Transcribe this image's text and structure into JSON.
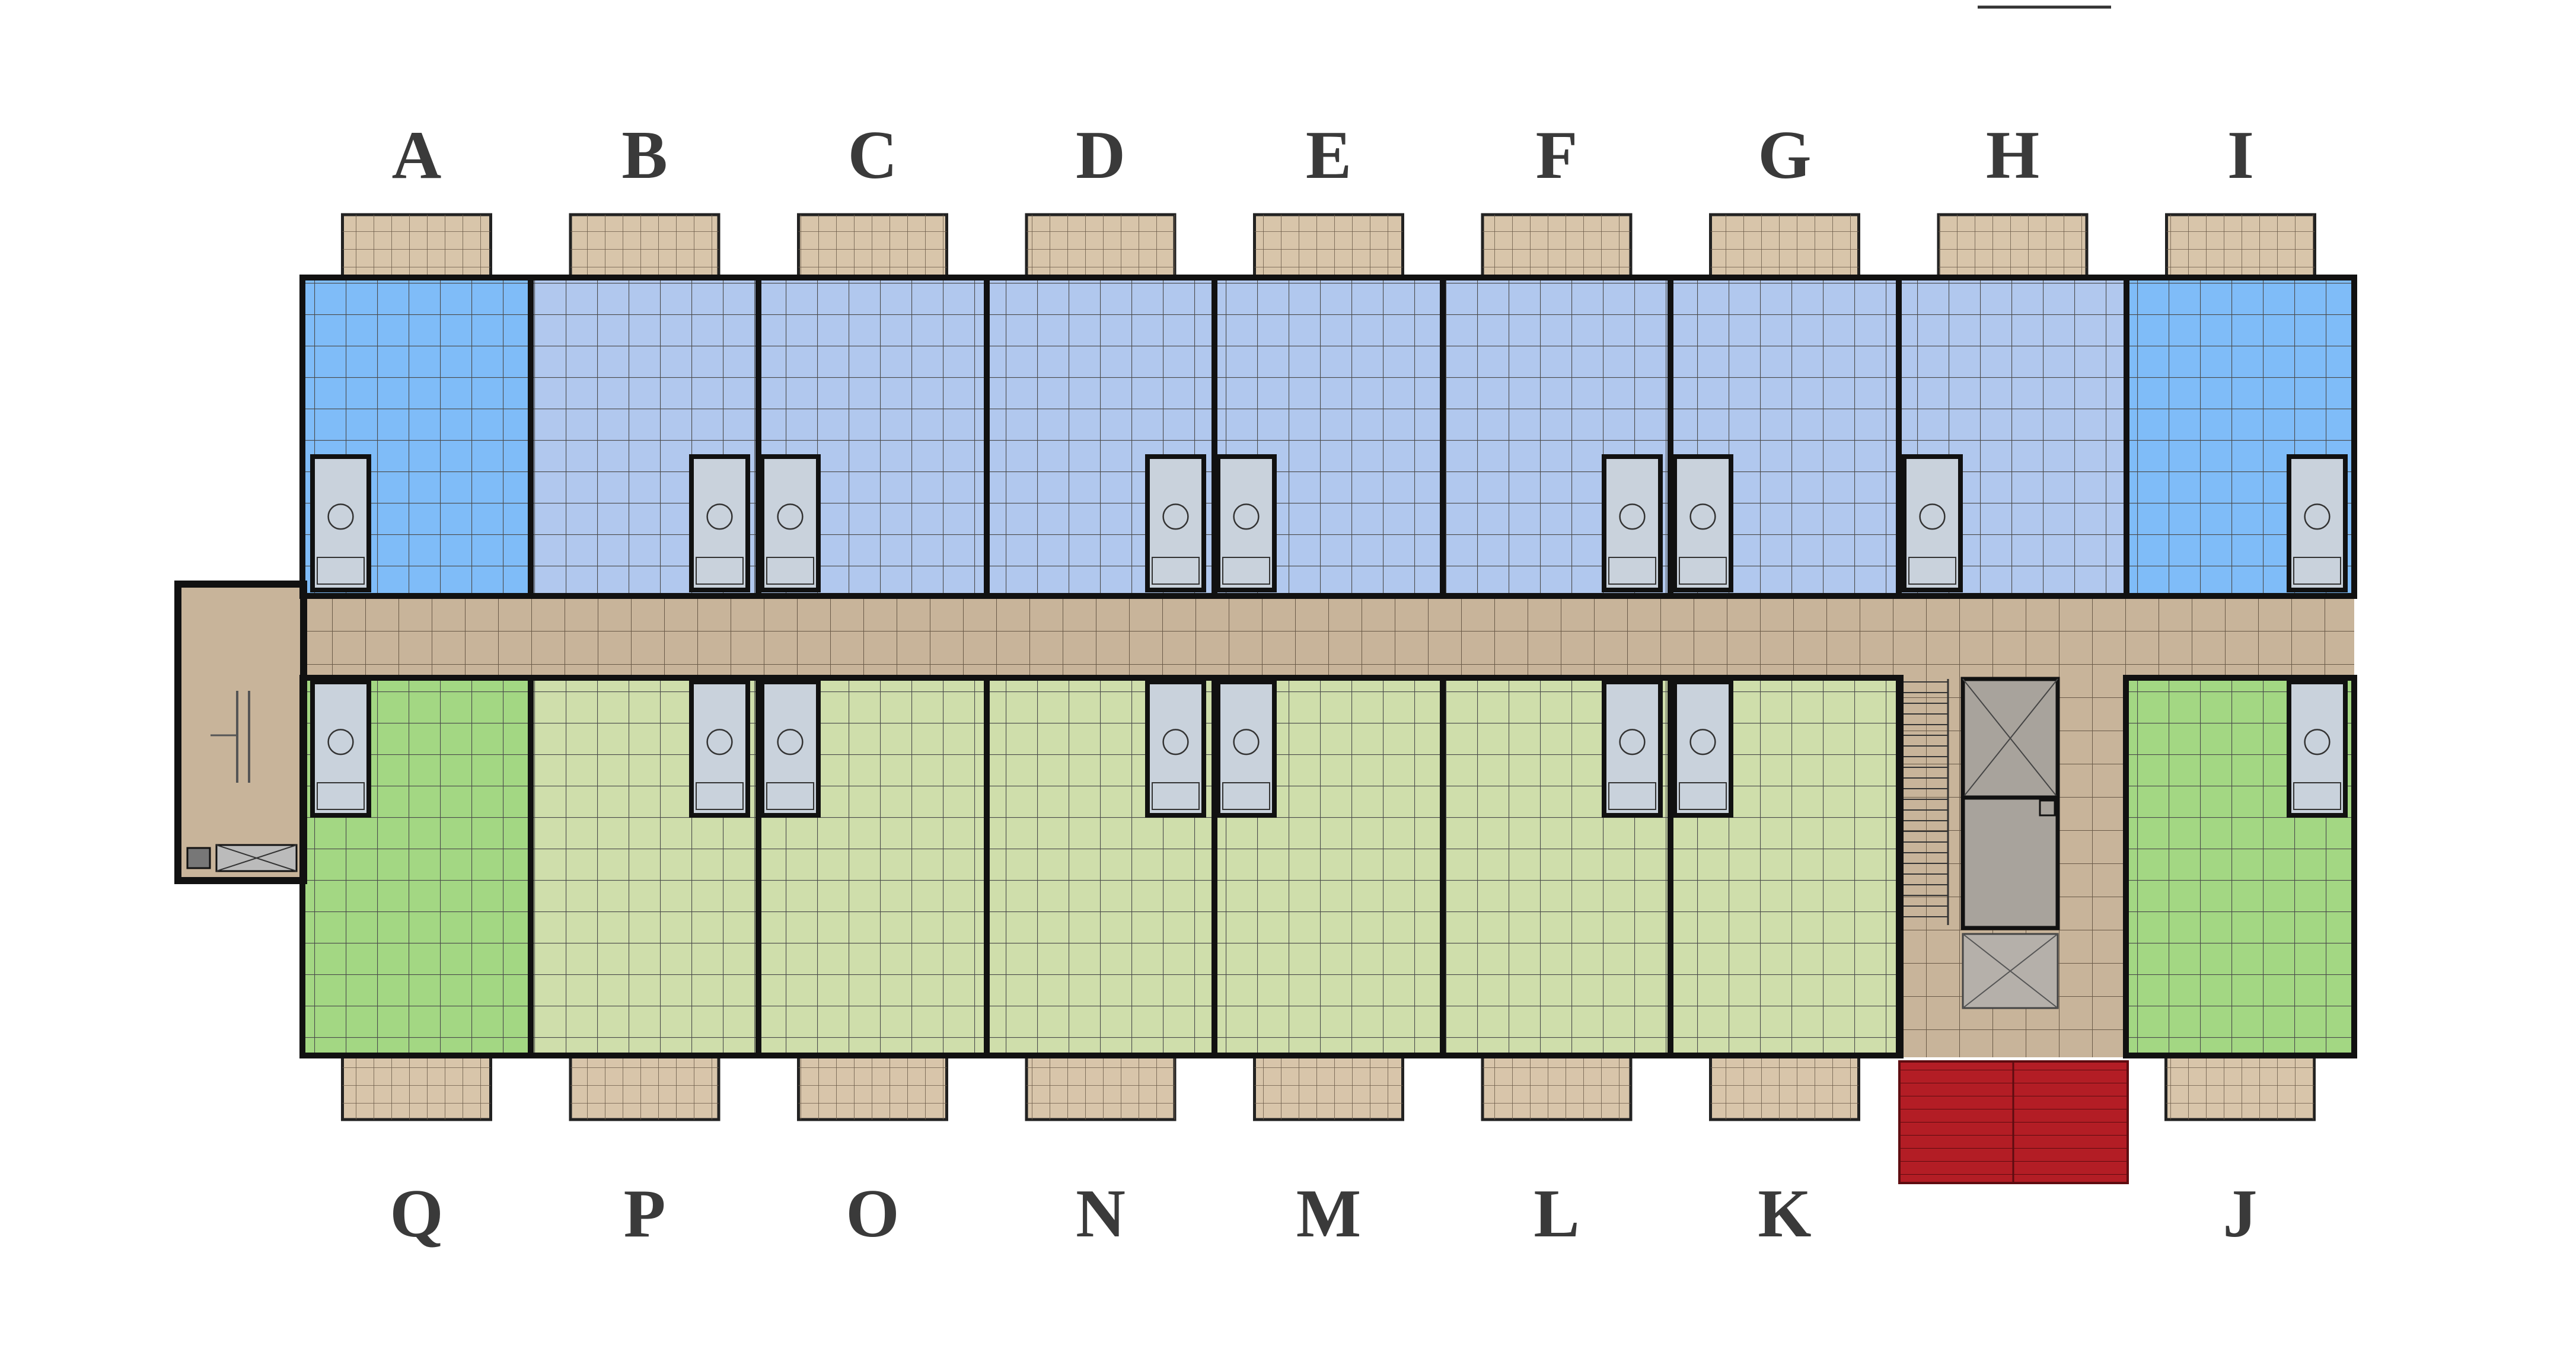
{
  "top_units": [
    "A",
    "B",
    "C",
    "D",
    "E",
    "F",
    "G",
    "H",
    "I"
  ],
  "bottom_units": [
    "Q",
    "P",
    "O",
    "N",
    "M",
    "L",
    "K",
    "J"
  ],
  "colors": {
    "end_unit_top": "#7fbcf8",
    "mid_unit_top": "#b1c8ee",
    "end_unit_bottom": "#a3d783",
    "mid_unit_bottom": "#cfdeab",
    "corridor": "#c8b49a",
    "balcony": "#d8c5aa",
    "core": "#a8a39c",
    "entrance_canopy": "#b31d25",
    "wall": "#111111",
    "grid_line": "#4a4a4a",
    "letter": "#3a3a3a"
  }
}
